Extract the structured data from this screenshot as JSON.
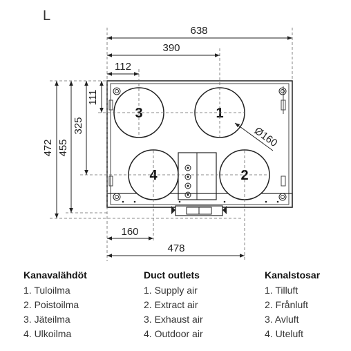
{
  "variant": "L",
  "dimensions": {
    "overall_width": "638",
    "top_row_offset": "390",
    "left_offset": "112",
    "top_offset": "111",
    "row_height": "325",
    "height_outer": "472",
    "height_inner": "455",
    "bottom_left_offset": "160",
    "bottom_right_offset": "478",
    "duct_diameter": "Ø160"
  },
  "outlet_numbers": {
    "n1": "1",
    "n2": "2",
    "n3": "3",
    "n4": "4"
  },
  "legends": [
    {
      "title": "Kanavalähdöt",
      "items": [
        "1. Tuloilma",
        "2. Poistoilma",
        "3. Jäteilma",
        "4. Ulkoilma"
      ]
    },
    {
      "title": "Duct outlets",
      "items": [
        "1. Supply air",
        "2. Extract air",
        "3. Exhaust air",
        "4. Outdoor air"
      ]
    },
    {
      "title": "Kanalstosar",
      "items": [
        "1. Tilluft",
        "2. Frånluft",
        "3. Avluft",
        "4. Uteluft"
      ]
    }
  ]
}
